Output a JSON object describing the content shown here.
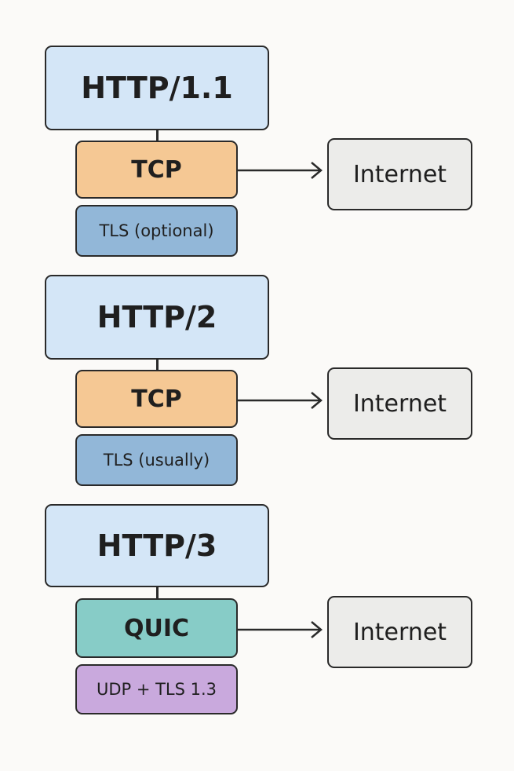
{
  "stacks": [
    {
      "protocol": "HTTP/1.1",
      "transport": "TCP",
      "security": "TLS (optional)",
      "destination": "Internet"
    },
    {
      "protocol": "HTTP/2",
      "transport": "TCP",
      "security": "TLS (usually)",
      "destination": "Internet"
    },
    {
      "protocol": "HTTP/3",
      "transport": "QUIC",
      "security": "UDP + TLS 1.3",
      "destination": "Internet"
    }
  ],
  "colors": {
    "protocol_box": "#d4e6f7",
    "tcp_box": "#f5c894",
    "quic_box": "#87ccc7",
    "tls_box": "#92b7d8",
    "udp_box": "#c9a9dd",
    "internet_box": "#ececea",
    "stroke": "#2a2a2a",
    "background": "#fbfaf8"
  }
}
